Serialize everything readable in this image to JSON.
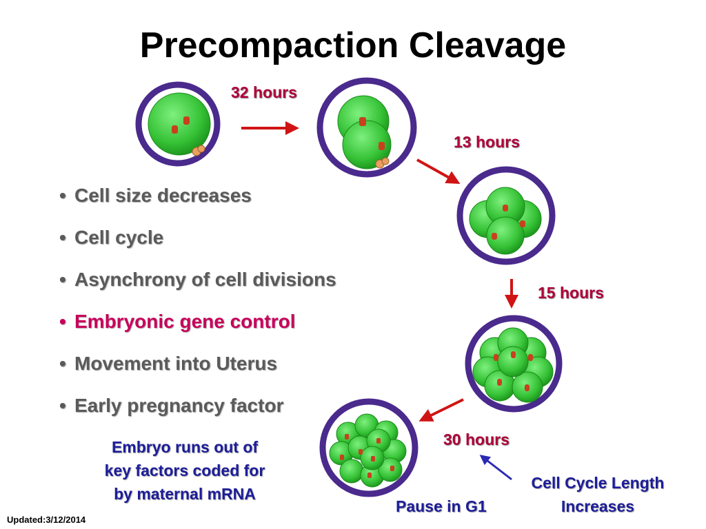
{
  "title": "Precompaction Cleavage",
  "timing_labels": {
    "t32": "32 hours",
    "t13": "13 hours",
    "t15": "15 hours",
    "t30": "30 hours"
  },
  "bullets": [
    {
      "text": "Cell size decreases",
      "highlight": false
    },
    {
      "text": "Cell cycle",
      "highlight": false
    },
    {
      "text": "Asynchrony of cell divisions",
      "highlight": false
    },
    {
      "text": "Embryonic gene control",
      "highlight": true
    },
    {
      "text": "Movement into Uterus",
      "highlight": false
    },
    {
      "text": "Early pregnancy factor",
      "highlight": false
    }
  ],
  "bullet_symbol": "•",
  "notes": {
    "maternal_line1": "Embryo runs out of",
    "maternal_line2": "key factors coded for",
    "maternal_line3": "by maternal mRNA",
    "cycle_line1": "Cell Cycle Length",
    "cycle_line2": "Increases",
    "pause": "Pause in G1"
  },
  "footer": "Updated:3/12/2014",
  "colors": {
    "zona": "#4a2a8c",
    "cell": "#3cc83c",
    "nucleus": "#c8401e",
    "arrow_red": "#d01414",
    "arrow_blue": "#2a2ab4",
    "timing_text": "#b0003a",
    "note_text": "#1d1d9a",
    "highlight_text": "#c8005a"
  }
}
